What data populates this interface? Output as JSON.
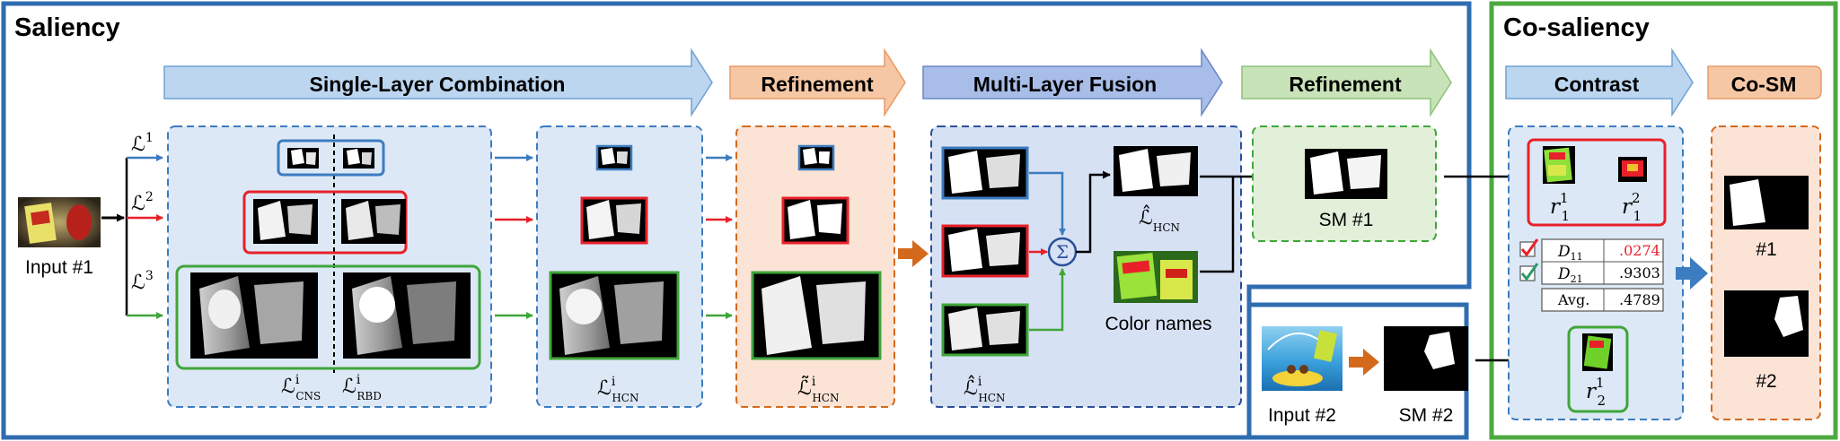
{
  "panels": {
    "saliency": {
      "title": "Saliency"
    },
    "cosaliency": {
      "title": "Co-saliency"
    }
  },
  "stages": {
    "single_layer": "Single-Layer Combination",
    "refinement_1": "Refinement",
    "multi_layer": "Multi-Layer Fusion",
    "refinement_2": "Refinement",
    "contrast": "Contrast",
    "cosm": "Co-SM"
  },
  "inputs": {
    "input1": "Input #1",
    "input2": "Input #2"
  },
  "layers": {
    "l1": {
      "base": "ℒ",
      "sup": "1"
    },
    "l2": {
      "base": "ℒ",
      "sup": "2"
    },
    "l3": {
      "base": "ℒ",
      "sup": "3"
    }
  },
  "math_labels": {
    "cns": {
      "base": "ℒ",
      "sup": "i",
      "sub": "CNS"
    },
    "rbd": {
      "base": "ℒ",
      "sup": "i",
      "sub": "RBD"
    },
    "hcn": {
      "base": "ℒ",
      "sup": "i",
      "sub": "HCN"
    },
    "hcn_tilde": {
      "base": "ℒ̃",
      "sup": "i",
      "sub": "HCN"
    },
    "hcn_hat_i": {
      "base": "ℒ̂",
      "sup": "i",
      "sub": "HCN"
    },
    "hcn_hat": {
      "base": "ℒ̂",
      "sub": "HCN"
    },
    "sum": "Σ"
  },
  "outputs": {
    "sm1": "SM #1",
    "sm2": "SM #2",
    "color_names": "Color names",
    "out1": "#1",
    "out2": "#2"
  },
  "regions": {
    "r11": {
      "base": "r",
      "sup": "1",
      "sub": "1"
    },
    "r12": {
      "base": "r",
      "sup": "2",
      "sub": "1"
    },
    "r21": {
      "base": "r",
      "sup": "1",
      "sub": "2"
    }
  },
  "table": {
    "rows": [
      {
        "label": "D",
        "sub": "11",
        "value": ".0274",
        "check": "red"
      },
      {
        "label": "D",
        "sub": "21",
        "value": ".9303",
        "check": "green"
      }
    ],
    "avg_label": "Avg.",
    "avg_value": ".4789"
  },
  "colors": {
    "blue": "#3c7cc0",
    "red": "#e8202a",
    "green": "#3fa63a",
    "orange": "#d4691c",
    "dark_blue": "#2a4f98",
    "panel_blue": "#2f6cb0",
    "panel_green": "#4caa3e",
    "arrow_blue": "#bcd6f0",
    "arrow_orange": "#f6c7a4",
    "arrow_purple": "#a8bde8",
    "arrow_green": "#c8e3b8",
    "fill_blue": "#dce8f5",
    "fill_orange": "#fbe4d6",
    "fill_green": "#e2efd9",
    "fill_purple": "#d7e1f4"
  }
}
